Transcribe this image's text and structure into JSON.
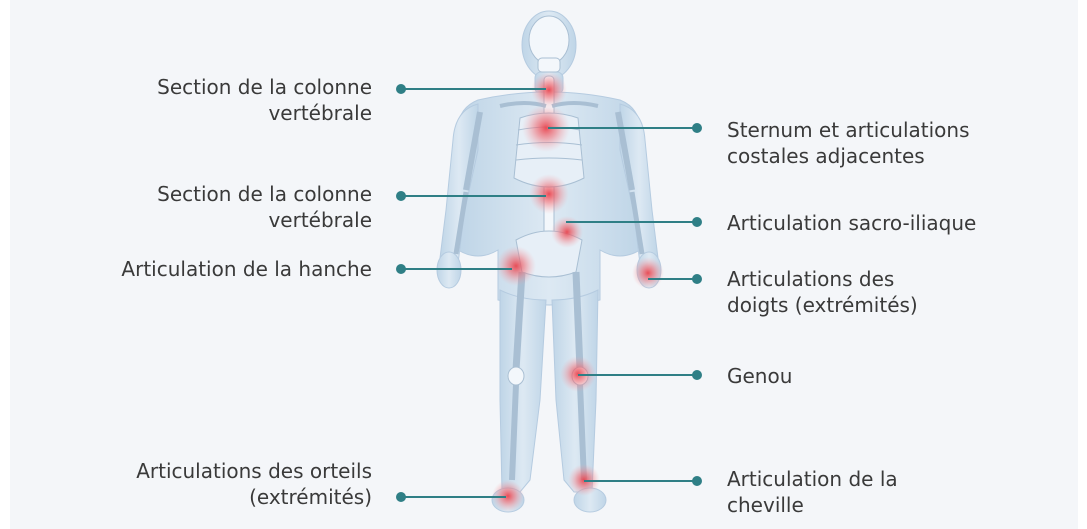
{
  "labels": {
    "spine_upper": {
      "line1": "Section de la colonne",
      "line2": "vertébrale"
    },
    "spine_lower": {
      "line1": "Section de la colonne",
      "line2": "vertébrale"
    },
    "hip": {
      "line1": "Articulation de la hanche"
    },
    "toes": {
      "line1": "Articulations des orteils",
      "line2": "(extrémités)"
    },
    "sternum": {
      "line1": "Sternum et articulations",
      "line2": "costales adjacentes"
    },
    "sacroiliac": {
      "line1": "Articulation sacro-iliaque"
    },
    "fingers": {
      "line1": "Articulations des",
      "line2": "doigts (extrémités)"
    },
    "knee": {
      "line1": "Genou"
    },
    "ankle": {
      "line1": "Articulation de la",
      "line2": "cheville"
    }
  },
  "colors": {
    "background": "#f4f6f9",
    "leader_line": "#2f7f86",
    "label_text": "#3a3a3a",
    "body_fill": "#cfe0ee",
    "bone_fill": "#f3f7fb",
    "highlight": "#e8454f"
  }
}
